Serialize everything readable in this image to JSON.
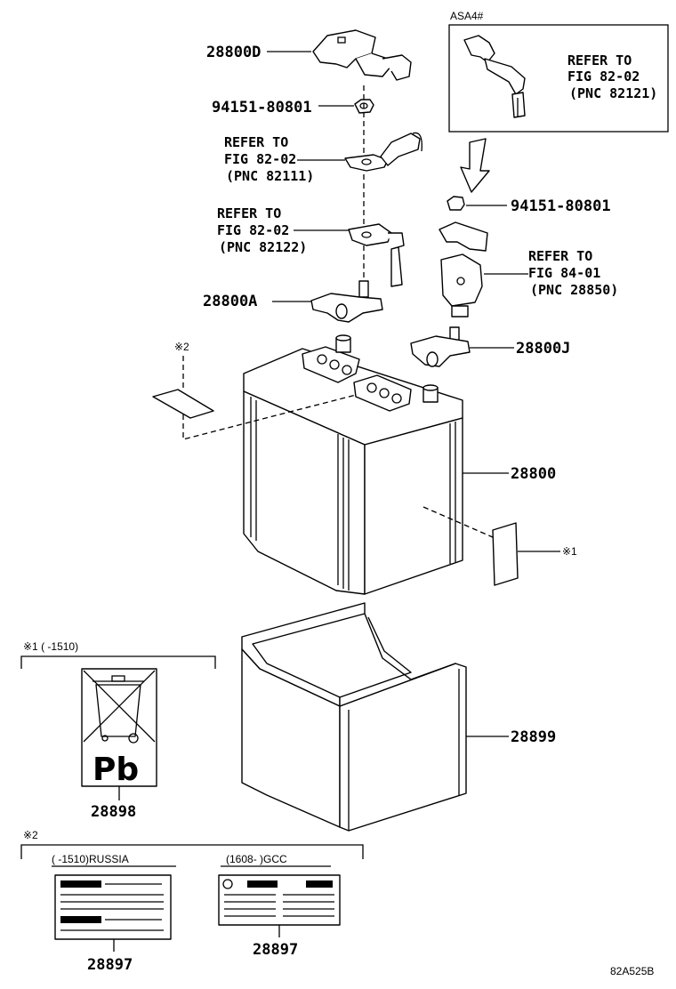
{
  "callouts": {
    "p28800D": "28800D",
    "p94151_top": "94151-80801",
    "ref1": [
      "REFER TO",
      "FIG 82-02",
      "(PNC 82111)"
    ],
    "ref2": [
      "REFER TO",
      "FIG 82-02",
      "(PNC 82122)"
    ],
    "p28800A": "28800A",
    "p94151_right": "94151-80801",
    "ref3": [
      "REFER TO",
      "FIG 84-01",
      "(PNC 28850)"
    ],
    "p28800J": "28800J",
    "p28800": "28800",
    "p28899": "28899",
    "note1": "※1",
    "note2": "※2"
  },
  "inset": {
    "title": "ASA4#",
    "ref": [
      "REFER TO",
      "FIG 82-02",
      "(PNC 82121)"
    ]
  },
  "label_panel_1": {
    "heading": "※1 (      -1510)",
    "symbol_text": "Pb",
    "part_no": "28898"
  },
  "label_panel_2": {
    "heading": "※2",
    "left_caption": "(      -1510)RUSSIA",
    "right_caption": "(1608-        )GCC",
    "left_part_no": "28897",
    "right_part_no": "28897"
  },
  "figure_code": "82A525B"
}
